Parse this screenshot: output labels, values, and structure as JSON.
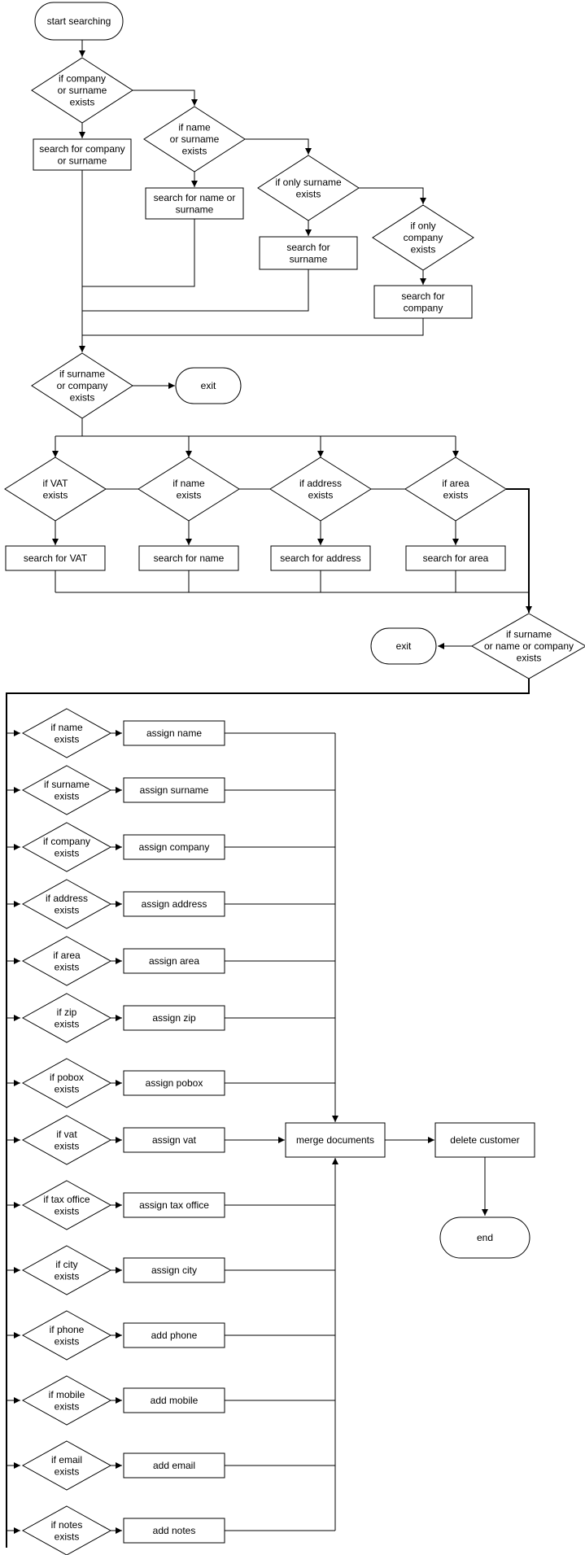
{
  "diagram": {
    "start": "start searching",
    "d_company_or_surname": [
      "if company",
      "or surname",
      "exists"
    ],
    "p_search_company_or_surname": [
      "search for company",
      "or surname"
    ],
    "d_name_or_surname": [
      "if name",
      "or surname",
      "exists"
    ],
    "p_search_name_or_surname": [
      "search for name or",
      "surname"
    ],
    "d_only_surname": [
      "if only surname",
      "exists"
    ],
    "p_search_surname": [
      "search for",
      "surname"
    ],
    "d_only_company": [
      "if only",
      "company",
      "exists"
    ],
    "p_search_company": [
      "search for",
      "company"
    ],
    "d_surname_or_company": [
      "if surname",
      "or company",
      "exists"
    ],
    "exit_1": "exit",
    "checks": [
      {
        "condition": [
          "if  VAT",
          "exists"
        ],
        "action": "search for VAT"
      },
      {
        "condition": [
          "if name",
          "exists"
        ],
        "action": "search for name"
      },
      {
        "condition": [
          "if address",
          "exists"
        ],
        "action": "search for address"
      },
      {
        "condition": [
          "if area",
          "exists"
        ],
        "action": "search for area"
      }
    ],
    "d_any_exists": [
      "if surname",
      "or name or company",
      "exists"
    ],
    "exit_2": "exit",
    "assignments": [
      {
        "condition": [
          "if  name",
          "exists"
        ],
        "action": "assign name"
      },
      {
        "condition": [
          "if  surname",
          "exists"
        ],
        "action": "assign surname"
      },
      {
        "condition": [
          "if  company",
          "exists"
        ],
        "action": "assign company"
      },
      {
        "condition": [
          "if  address",
          "exists"
        ],
        "action": "assign address"
      },
      {
        "condition": [
          "if  area",
          "exists"
        ],
        "action": "assign area"
      },
      {
        "condition": [
          "if  zip",
          "exists"
        ],
        "action": "assign zip"
      },
      {
        "condition": [
          "if  pobox",
          "exists"
        ],
        "action": "assign pobox"
      },
      {
        "condition": [
          "if  vat",
          "exists"
        ],
        "action": "assign vat"
      },
      {
        "condition": [
          "if  tax office",
          "exists"
        ],
        "action": "assign tax office"
      },
      {
        "condition": [
          "if  city",
          "exists"
        ],
        "action": "assign city"
      },
      {
        "condition": [
          "if  phone",
          "exists"
        ],
        "action": "add phone"
      },
      {
        "condition": [
          "if  mobile",
          "exists"
        ],
        "action": "add mobile"
      },
      {
        "condition": [
          "if  email",
          "exists"
        ],
        "action": "add email"
      },
      {
        "condition": [
          "if  notes",
          "exists"
        ],
        "action": "add notes"
      }
    ],
    "merge": "merge documents",
    "delete": "delete customer",
    "end": "end"
  }
}
